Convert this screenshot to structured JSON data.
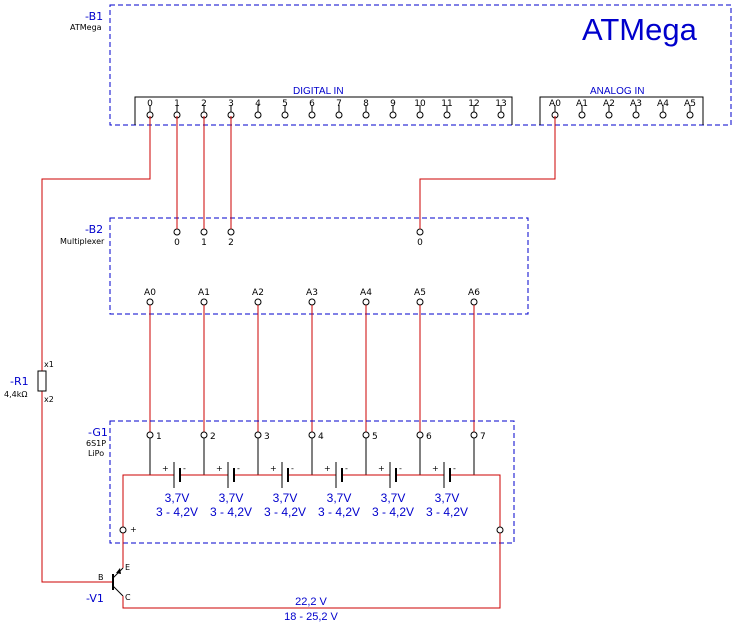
{
  "b1": {
    "ref": "-B1",
    "name": "ATMega",
    "title": "ATMega",
    "digital_label": "DIGITAL IN",
    "analog_label": "ANALOG IN",
    "digital_pins": [
      "0",
      "1",
      "2",
      "3",
      "4",
      "5",
      "6",
      "7",
      "8",
      "9",
      "10",
      "11",
      "12",
      "13"
    ],
    "analog_pins": [
      "A0",
      "A1",
      "A2",
      "A3",
      "A4",
      "A5"
    ]
  },
  "b2": {
    "ref": "-B2",
    "name": "Multiplexer",
    "select_pins": [
      "0",
      "1",
      "2"
    ],
    "signal_pin": "0",
    "channel_pins": [
      "A0",
      "A1",
      "A2",
      "A3",
      "A4",
      "A5",
      "A6"
    ]
  },
  "r1": {
    "ref": "-R1",
    "value": "4,4kΩ",
    "pin_top": "x1",
    "pin_bottom": "x2"
  },
  "g1": {
    "ref": "-G1",
    "name": "6S1P",
    "type": "LiPo",
    "taps": [
      "1",
      "2",
      "3",
      "4",
      "5",
      "6",
      "7"
    ],
    "cells": [
      {
        "nominal": "3,7V",
        "range": "3 - 4,2V"
      },
      {
        "nominal": "3,7V",
        "range": "3 - 4,2V"
      },
      {
        "nominal": "3,7V",
        "range": "3 - 4,2V"
      },
      {
        "nominal": "3,7V",
        "range": "3 - 4,2V"
      },
      {
        "nominal": "3,7V",
        "range": "3 - 4,2V"
      },
      {
        "nominal": "3,7V",
        "range": "3 - 4,2V"
      }
    ],
    "plus_sign": "+",
    "minus_sign": "-",
    "total_nominal": "22,2 V",
    "total_range": "18 - 25,2 V"
  },
  "v1": {
    "ref": "-V1",
    "base": "B",
    "emitter": "E",
    "collector": "C"
  }
}
